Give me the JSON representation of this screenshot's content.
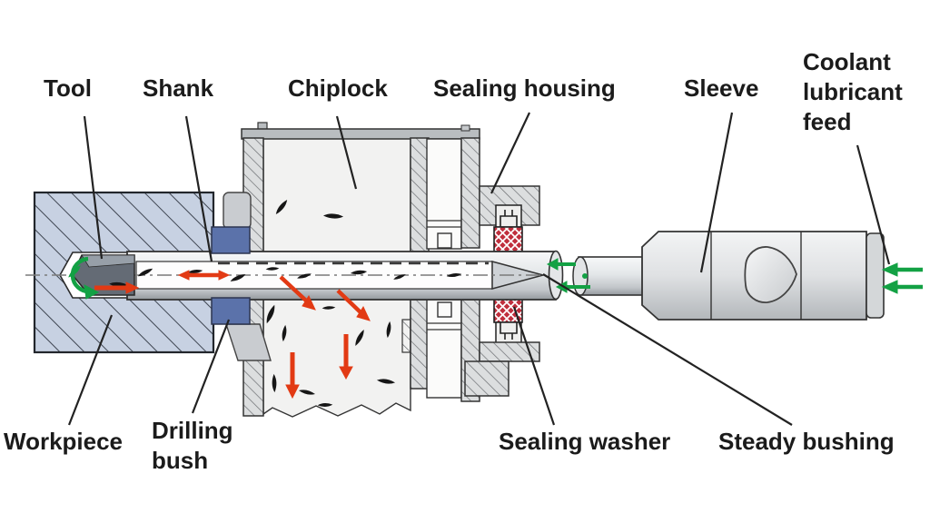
{
  "figure": {
    "type": "technical-cross-section-diagram",
    "description": "Deep-hole drilling system cross-section: tool in workpiece, shank tube through chiplock and sealing housing into sleeve with coolant lubricant feed; red arrows show chip transport, green arrows show coolant flow",
    "labels": {
      "tool": "Tool",
      "shank": "Shank",
      "chiplock": "Chiplock",
      "sealing_housing": "Sealing housing",
      "sleeve": "Sleeve",
      "coolant_feed": "Coolant lubricant feed",
      "workpiece": "Workpiece",
      "drilling_bush": "Drilling bush",
      "sealing_washer": "Sealing washer",
      "steady_bushing": "Steady bushing"
    },
    "colors": {
      "workpiece": "#c7d1e2",
      "steel": "#dcdedf",
      "drilling_bush": "#5b72aa",
      "chip": "#161616",
      "chip_arrow_red": "#e23a14",
      "coolant_green": "#13a144",
      "sealing_washer_red": "#c02f3d",
      "background": "#ffffff"
    }
  }
}
